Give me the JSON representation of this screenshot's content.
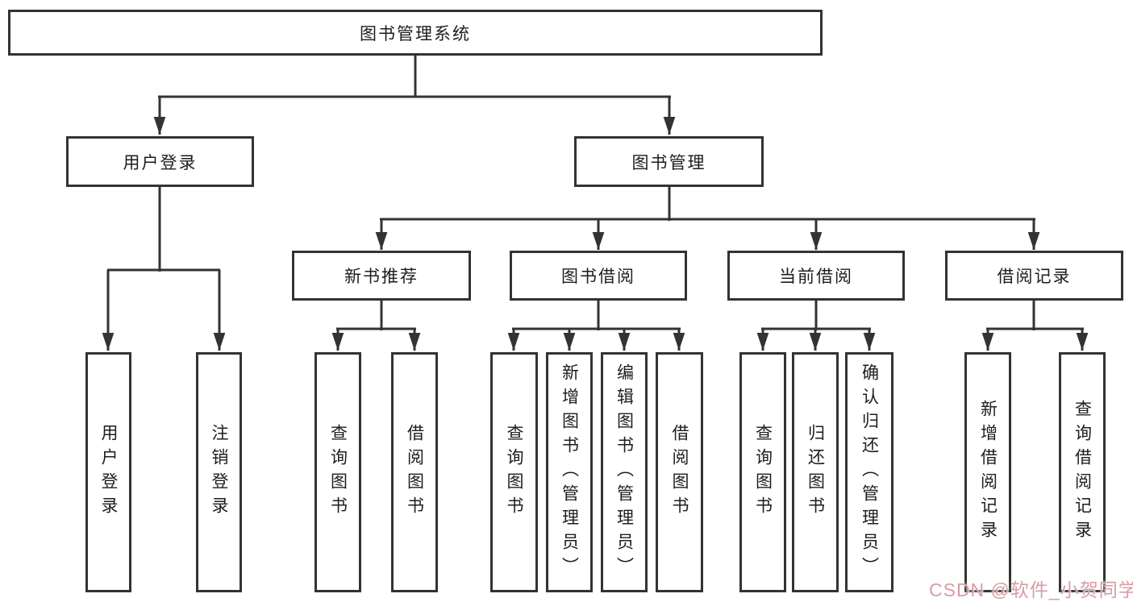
{
  "tree": {
    "root": "图书管理系统",
    "branches": [
      {
        "label": "用户登录",
        "children": [
          "用户登录",
          "注销登录"
        ]
      },
      {
        "label": "图书管理",
        "groups": [
          {
            "label": "新书推荐",
            "children": [
              "查询图书",
              "借阅图书"
            ]
          },
          {
            "label": "图书借阅",
            "children": [
              "查询图书",
              "新增图书（管理员）",
              "编辑图书（管理员）",
              "借阅图书"
            ]
          },
          {
            "label": "当前借阅",
            "children": [
              "查询图书",
              "归还图书",
              "确认归还（管理员）"
            ]
          },
          {
            "label": "借阅记录",
            "children": [
              "新增借阅记录",
              "查询借阅记录"
            ]
          }
        ]
      }
    ]
  },
  "watermark": {
    "text": "CSDN @软件_小贺同学"
  },
  "colors": {
    "line": "#333333",
    "text": "#1d1d1f",
    "background": "#ffffff",
    "watermark": "#d89ca6"
  }
}
